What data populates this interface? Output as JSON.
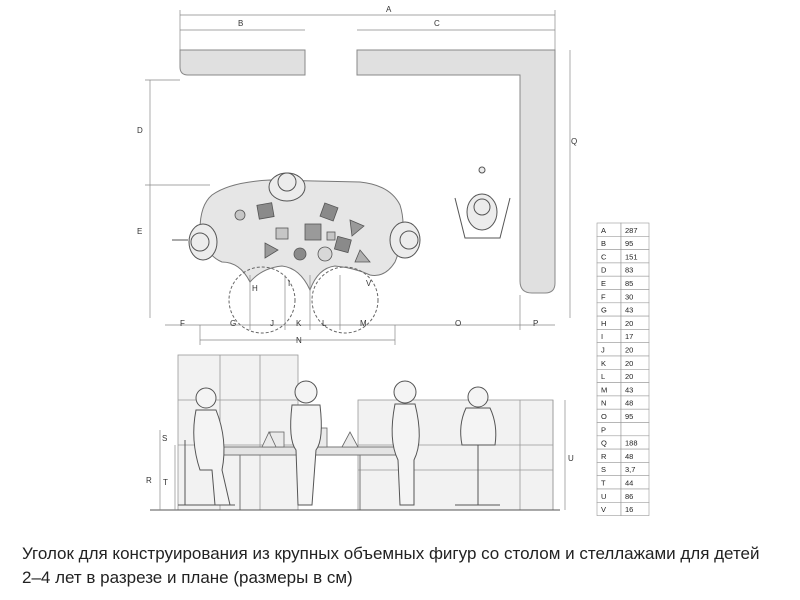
{
  "caption": "Уголок для конструирования из крупных объемных фигур со столом и стеллажами для детей 2–4 лет в разрезе и плане (размеры в см)",
  "dimensions_table": [
    {
      "key": "A",
      "value": "287"
    },
    {
      "key": "B",
      "value": "95"
    },
    {
      "key": "C",
      "value": "151"
    },
    {
      "key": "D",
      "value": "83"
    },
    {
      "key": "E",
      "value": "85"
    },
    {
      "key": "F",
      "value": "30"
    },
    {
      "key": "G",
      "value": "43"
    },
    {
      "key": "H",
      "value": "20"
    },
    {
      "key": "I",
      "value": "17"
    },
    {
      "key": "J",
      "value": "20"
    },
    {
      "key": "K",
      "value": "20"
    },
    {
      "key": "L",
      "value": "20"
    },
    {
      "key": "M",
      "value": "43"
    },
    {
      "key": "N",
      "value": "48"
    },
    {
      "key": "O",
      "value": "95"
    },
    {
      "key": "P",
      "value": ""
    },
    {
      "key": "Q",
      "value": "188"
    },
    {
      "key": "R",
      "value": "48"
    },
    {
      "key": "S",
      "value": "3,7"
    },
    {
      "key": "T",
      "value": "44"
    },
    {
      "key": "U",
      "value": "86"
    },
    {
      "key": "V",
      "value": "16"
    }
  ],
  "plan_labels": {
    "A": "A",
    "B": "B",
    "C": "C",
    "D": "D",
    "E": "E",
    "Q": "Q",
    "F": "F",
    "G": "G",
    "J": "J",
    "K": "K",
    "L": "L",
    "M": "M",
    "O": "O",
    "P": "P",
    "N": "N",
    "H": "H",
    "I": "I",
    "V": "V"
  },
  "section_labels": {
    "S": "S",
    "R": "R",
    "T": "T",
    "U": "U"
  }
}
